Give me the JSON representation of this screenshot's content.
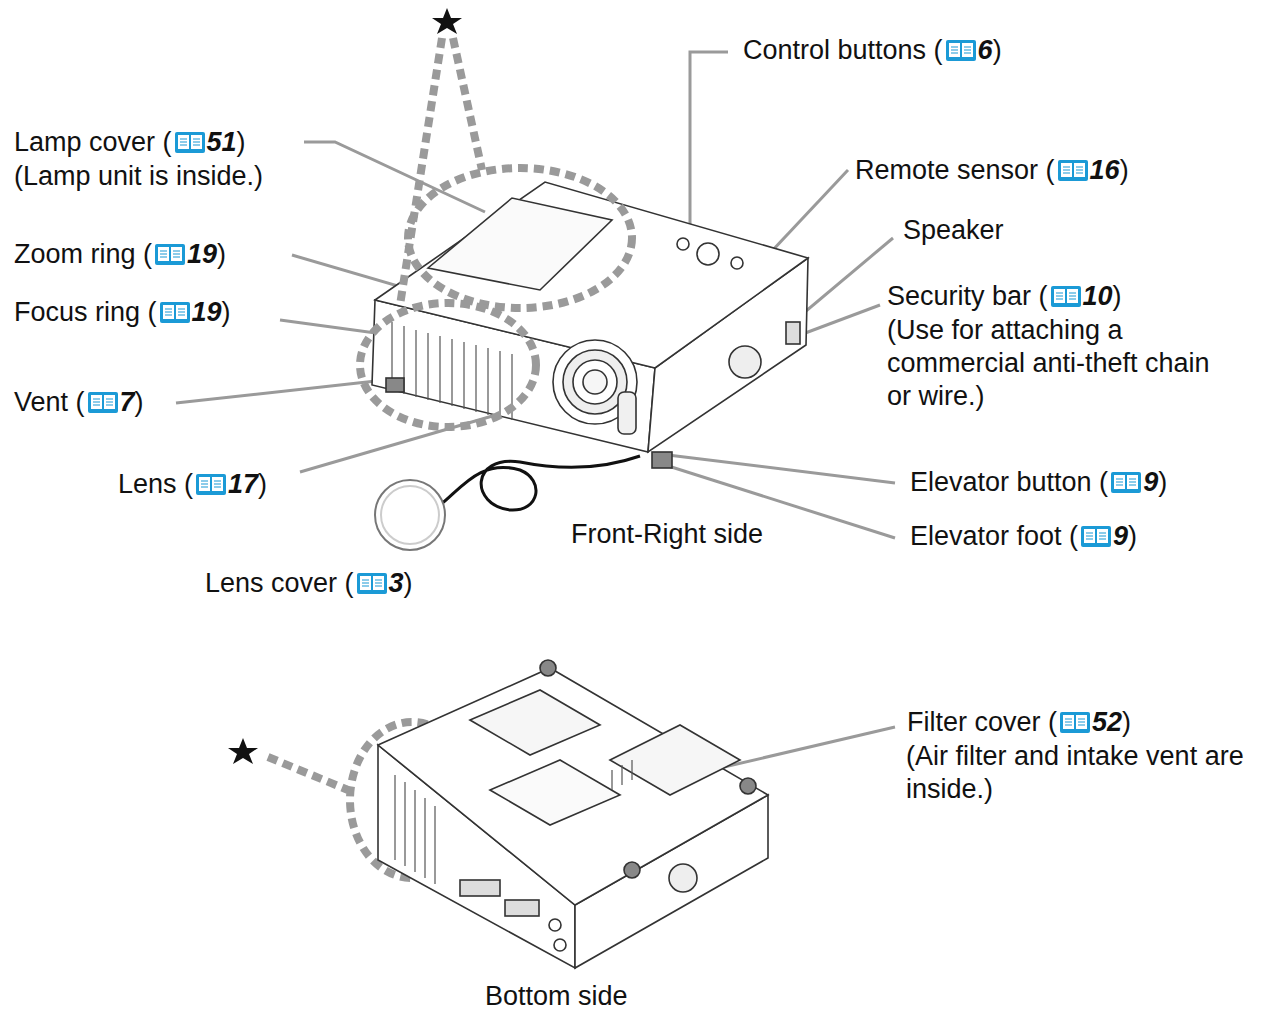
{
  "diagram": {
    "labels": [
      "Lamp cover (",
      "51",
      ")",
      "(Lamp unit is inside.)",
      "Zoom ring (",
      "19",
      ")",
      "Focus ring (",
      "19",
      ")",
      "Vent (",
      "7",
      ")",
      "Lens (",
      "17",
      ")",
      "Lens cover (",
      "3",
      ")",
      "Control buttons (",
      "6",
      ")",
      "Remote sensor (",
      "16",
      ")",
      "Speaker",
      "Security bar (",
      "10",
      ")",
      "(Use for attaching a commercial anti-theft chain or wire.)",
      "Elevator button (",
      "9",
      ")",
      "Elevator foot (",
      "9",
      ")",
      "Front-Right side",
      "Filter cover (",
      "52",
      ")",
      "(Air filter and intake vent are inside.)",
      "Bottom side"
    ]
  }
}
